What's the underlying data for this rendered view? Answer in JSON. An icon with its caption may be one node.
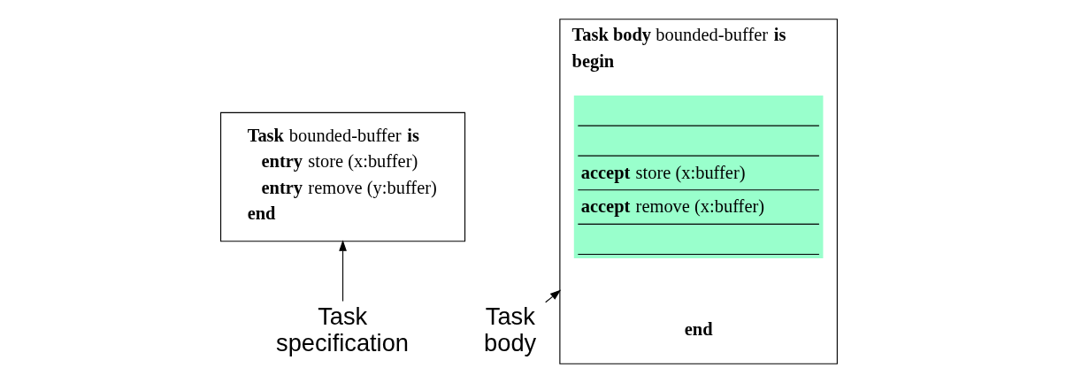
{
  "diagram": {
    "nodes": [
      {
        "text": [
          "**Task** bounded-buffer **is**",
          "**entry** store (x:buffer)",
          "**entry** remove (y:buffer)",
          "**end**"
        ]
      },
      {
        "text": [
          "**Task body** bounded-buffer **is**",
          "**begin**",
          "**end**"
        ]
      },
      {
        "text": [
          "**accept** store (x:buffer)",
          "**accept** remove (x:buffer)"
        ],
        "in": 1
      },
      {
        "text": [
          "Task specification"
        ]
      },
      {
        "text": [
          "Task body"
        ]
      }
    ],
    "edges": [
      {
        "from": 3,
        "to": 0,
        "arrow": "to"
      },
      {
        "from": 4,
        "to": 1,
        "arrow": "to"
      }
    ]
  }
}
